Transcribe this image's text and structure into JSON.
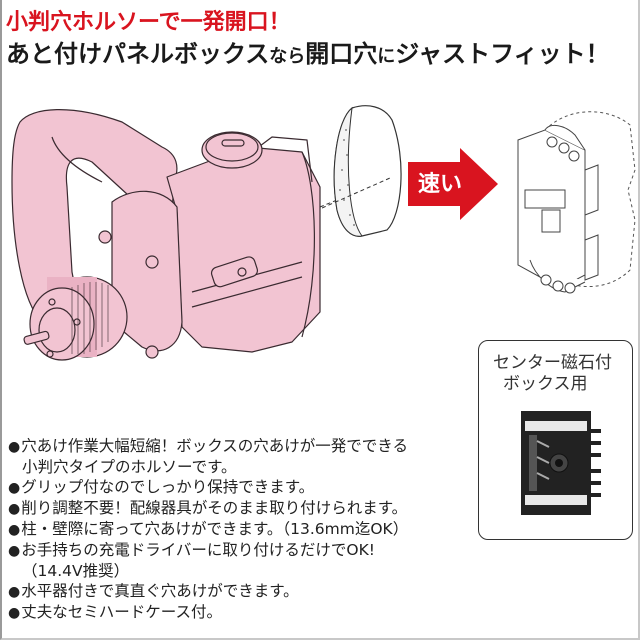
{
  "headline": {
    "line1": "小判穴ホルソーで一発開口！",
    "line2_part1": "あと付けパネルボックス",
    "line2_small": "なら",
    "line2_part2": "開口穴",
    "line2_small2": "に",
    "line2_part3": "ジャストフィット！"
  },
  "colors": {
    "accent_red": "#d9141f",
    "tool_pink": "#f2c4d2",
    "text_dark": "#1a1a1a"
  },
  "diagram": {
    "arrow_label": "速い",
    "arrow_icon": "right-arrow-icon",
    "tool_illustration": "hole-saw-attachment",
    "hole_illustration": "oval-hole",
    "box_illustration": "panel-box-bracket"
  },
  "callout": {
    "line1": "センター磁石付",
    "line2": "ボックス用",
    "photo": "center-magnet-box-photo"
  },
  "features": [
    {
      "bullet": "●",
      "text": "穴あけ作業大幅短縮！ボックスの穴あけが一発でできる",
      "cont": "小判穴タイプのホルソーです。"
    },
    {
      "bullet": "●",
      "text": "グリップ付なのでしっかり保持できます。",
      "cont": null
    },
    {
      "bullet": "●",
      "text": "削り調整不要！配線器具がそのまま取り付けられます。",
      "cont": null
    },
    {
      "bullet": "●",
      "text": "柱・壁際に寄って穴あけができます。（13.6mm迄OK）",
      "cont": null
    },
    {
      "bullet": "●",
      "text": "お手持ちの充電ドライバーに取り付けるだけでOK!",
      "cont": "（14.4V推奨）"
    },
    {
      "bullet": "●",
      "text": "水平器付きで真直ぐ穴あけができます。",
      "cont": null
    },
    {
      "bullet": "●",
      "text": "丈夫なセミハードケース付。",
      "cont": null
    }
  ]
}
